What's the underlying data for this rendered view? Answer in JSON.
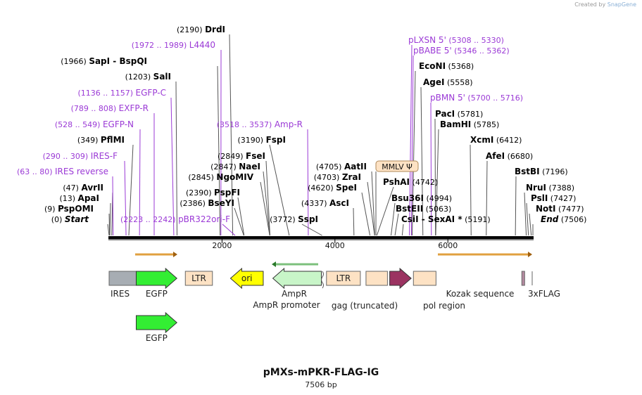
{
  "credit": {
    "prefix": "Created by",
    "brand": "SnapGene"
  },
  "plasmid": {
    "name": "pMXs-mPKR-FLAG-IG",
    "length_label": "7506 bp",
    "length": 7506
  },
  "colors": {
    "enzyme": "#000000",
    "primer": "#9b3ad6",
    "backbone": "#000000"
  },
  "scale_ticks": [
    {
      "label": "2000",
      "pos": 2000
    },
    {
      "label": "4000",
      "pos": 4000
    },
    {
      "label": "6000",
      "pos": 6000
    }
  ],
  "sites_left": [
    {
      "name": "Start",
      "coord": "(0)",
      "pos": 0,
      "italic": true
    },
    {
      "name": "PspOMI",
      "coord": "(9)",
      "pos": 9
    },
    {
      "name": "ApaI",
      "coord": "(13)",
      "pos": 13
    },
    {
      "name": "AvrII",
      "coord": "(47)",
      "pos": 47
    },
    {
      "name": "IRES reverse",
      "coord": "(63 .. 80)",
      "pos": 71,
      "primer": true
    },
    {
      "name": "IRES-F",
      "coord": "(290 .. 309)",
      "pos": 300,
      "primer": true
    },
    {
      "name": "PflMI",
      "coord": "(349)",
      "pos": 349
    },
    {
      "name": "EGFP-N",
      "coord": "(528 .. 549)",
      "pos": 538,
      "primer": true
    },
    {
      "name": "EXFP-R",
      "coord": "(789 .. 808)",
      "pos": 798,
      "primer": true
    },
    {
      "name": "EGFP-C",
      "coord": "(1136 .. 1157)",
      "pos": 1146,
      "primer": true
    },
    {
      "name": "SalI",
      "coord": "(1203)",
      "pos": 1203
    },
    {
      "name": "SapI",
      "coord": "(1966)",
      "pos": 1966,
      "extra": "- BspQI"
    },
    {
      "name": "L4440",
      "coord": "(1972 .. 1989)",
      "pos": 1980,
      "primer": true
    },
    {
      "name": "DrdI",
      "coord": "(2190)",
      "pos": 2190
    }
  ],
  "sites_mid": [
    {
      "name": "pBR322ori-F",
      "coord": "(2223 .. 2242)",
      "pos": 2232,
      "primer": true
    },
    {
      "name": "BseYI",
      "coord": "(2386)",
      "pos": 2386
    },
    {
      "name": "PspFI",
      "coord": "(2390)",
      "pos": 2390
    },
    {
      "name": "NgoMIV",
      "coord": "(2845)",
      "pos": 2845
    },
    {
      "name": "NaeI",
      "coord": "(2847)",
      "pos": 2847
    },
    {
      "name": "FseI",
      "coord": "(2849)",
      "pos": 2849
    },
    {
      "name": "FspI",
      "coord": "(3190)",
      "pos": 3190
    },
    {
      "name": "Amp-R",
      "coord": "(3518 .. 3537)",
      "pos": 3528,
      "primer": true
    },
    {
      "name": "SspI",
      "coord": "(3772)",
      "pos": 3772
    },
    {
      "name": "AscI",
      "coord": "(4337)",
      "pos": 4337
    },
    {
      "name": "SpeI",
      "coord": "(4620)",
      "pos": 4620
    },
    {
      "name": "ZraI",
      "coord": "(4703)",
      "pos": 4703
    },
    {
      "name": "AatII",
      "coord": "(4705)",
      "pos": 4705
    }
  ],
  "sites_right": [
    {
      "name": "PshAI",
      "coord": "(4742)",
      "pos": 4742
    },
    {
      "name": "Bsu36I",
      "coord": "(4994)",
      "pos": 4994
    },
    {
      "name": "BstEII",
      "coord": "(5063)",
      "pos": 5063
    },
    {
      "name": "CsiI",
      "coord": "(5191)",
      "pos": 5191,
      "extra": "- SexAI *"
    },
    {
      "name": "pLXSN 5'",
      "coord": "(5308 .. 5330)",
      "pos": 5319,
      "primer": true
    },
    {
      "name": "pBABE 5'",
      "coord": "(5346 .. 5362)",
      "pos": 5354,
      "primer": true
    },
    {
      "name": "EcoNI",
      "coord": "(5368)",
      "pos": 5368
    },
    {
      "name": "AgeI",
      "coord": "(5558)",
      "pos": 5558
    },
    {
      "name": "pBMN 5'",
      "coord": "(5700 .. 5716)",
      "pos": 5708,
      "primer": true
    },
    {
      "name": "PacI",
      "coord": "(5781)",
      "pos": 5781
    },
    {
      "name": "BamHI",
      "coord": "(5785)",
      "pos": 5785
    },
    {
      "name": "XcmI",
      "coord": "(6412)",
      "pos": 6412
    },
    {
      "name": "AfeI",
      "coord": "(6680)",
      "pos": 6680
    },
    {
      "name": "BstBI",
      "coord": "(7196)",
      "pos": 7196
    },
    {
      "name": "NruI",
      "coord": "(7388)",
      "pos": 7388
    },
    {
      "name": "PslI",
      "coord": "(7427)",
      "pos": 7427
    },
    {
      "name": "NotI",
      "coord": "(7477)",
      "pos": 7477
    },
    {
      "name": "End",
      "coord": "(7506)",
      "pos": 7506,
      "italic": true
    }
  ],
  "features": [
    {
      "name": "IRES",
      "type": "box",
      "color": "#a7adb3",
      "start": 0,
      "end": 480
    },
    {
      "name": "EGFP",
      "type": "arrow-right",
      "color": "#33ee33",
      "start": 480,
      "end": 1200
    },
    {
      "name": "EGFP",
      "type": "arrow-right",
      "color": "#33ee33",
      "start": 480,
      "end": 1200,
      "row": 2
    },
    {
      "name": "LTR",
      "type": "box",
      "color": "#fde2c4",
      "start": 1350,
      "end": 1830,
      "inside": true
    },
    {
      "name": "ori",
      "type": "arrow-left",
      "color": "#ffff00",
      "start": 2150,
      "end": 2730,
      "inside": true
    },
    {
      "name": "AmpR",
      "type": "arrow-left",
      "color": "#c8f5c8",
      "start": 2900,
      "end": 3760
    },
    {
      "name": "LTR",
      "type": "box",
      "color": "#fde2c4",
      "start": 3850,
      "end": 4450,
      "inside": true
    },
    {
      "name": "gag (truncated)",
      "type": "box",
      "color": "#fde2c4",
      "start": 4550,
      "end": 4930
    },
    {
      "name": "",
      "type": "arrow-right",
      "color": "#9b3361",
      "start": 4970,
      "end": 5350
    },
    {
      "name": "pol region",
      "type": "box",
      "color": "#fde2c4",
      "start": 5390,
      "end": 5790
    },
    {
      "name": "3xFLAG",
      "type": "box",
      "color": "#b58aa0",
      "start": 7310,
      "end": 7360
    }
  ],
  "extra_labels": [
    {
      "text": "AmpR promoter"
    },
    {
      "text": "Kozak sequence"
    },
    {
      "text": "MMLV Ψ"
    }
  ]
}
